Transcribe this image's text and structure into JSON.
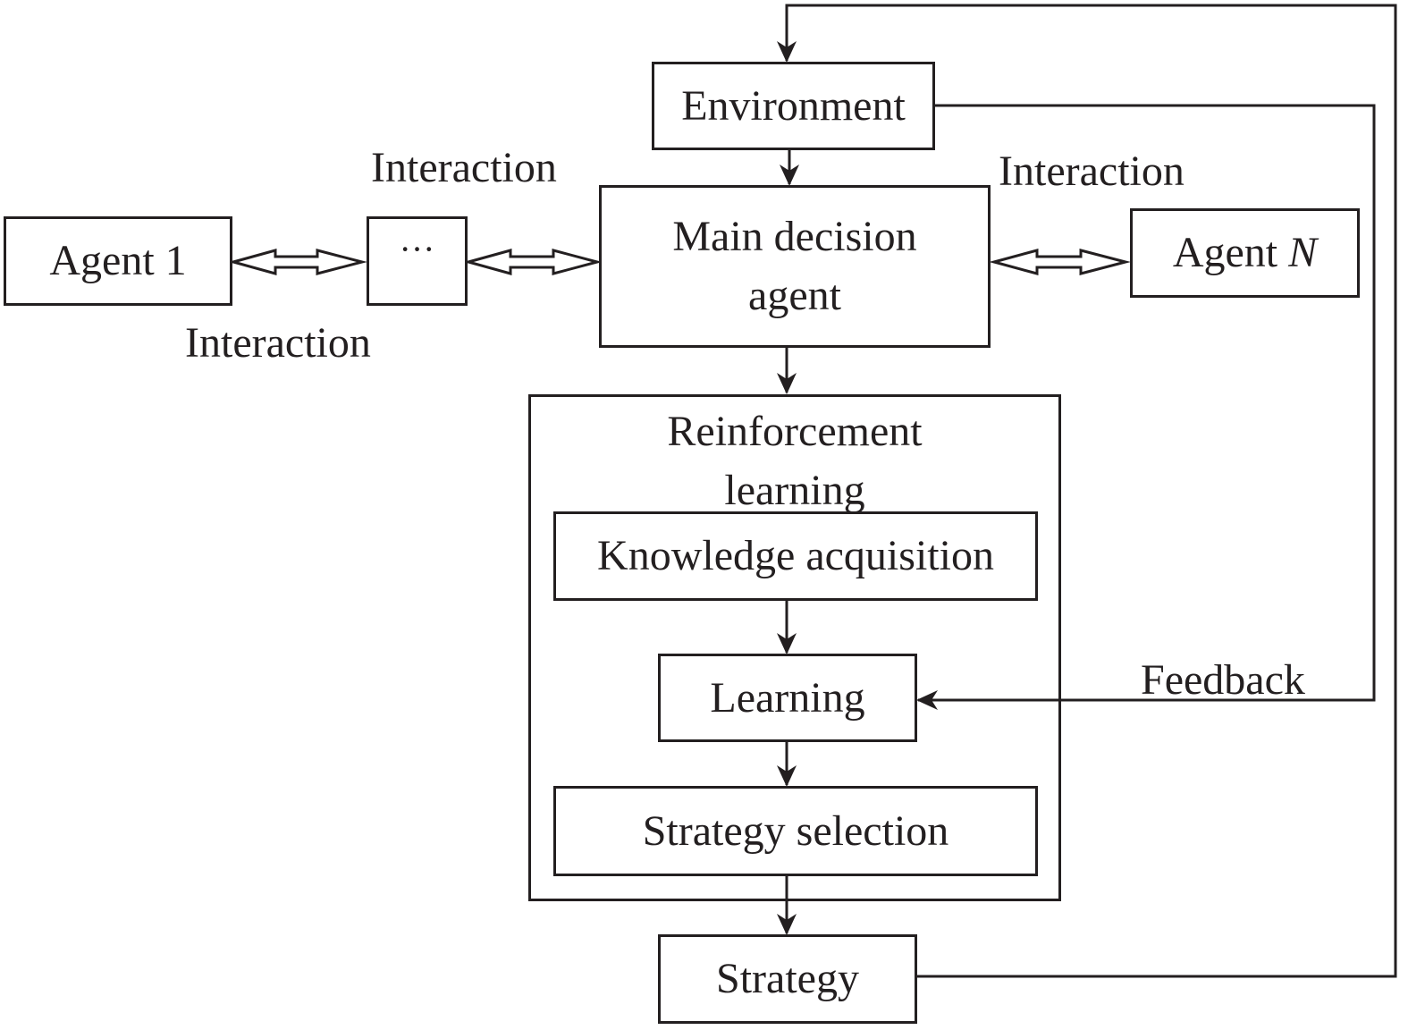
{
  "nodes": {
    "environment": "Environment",
    "agent_1": "Agent 1",
    "ellipsis": "···",
    "main_decision_agent_line1": "Main decision",
    "main_decision_agent_line2": "agent",
    "agent_n_prefix": "Agent",
    "agent_n_suffix": "N",
    "reinforcement_learning_line1": "Reinforcement",
    "reinforcement_learning_line2": "learning",
    "knowledge_acquisition": "Knowledge acquisition",
    "learning": "Learning",
    "strategy_selection": "Strategy selection",
    "strategy": "Strategy"
  },
  "edge_labels": {
    "interaction_top_left": "Interaction",
    "interaction_top_right": "Interaction",
    "interaction_bottom_left": "Interaction",
    "feedback": "Feedback"
  },
  "colors": {
    "ink": "#231f20",
    "background": "#ffffff"
  }
}
